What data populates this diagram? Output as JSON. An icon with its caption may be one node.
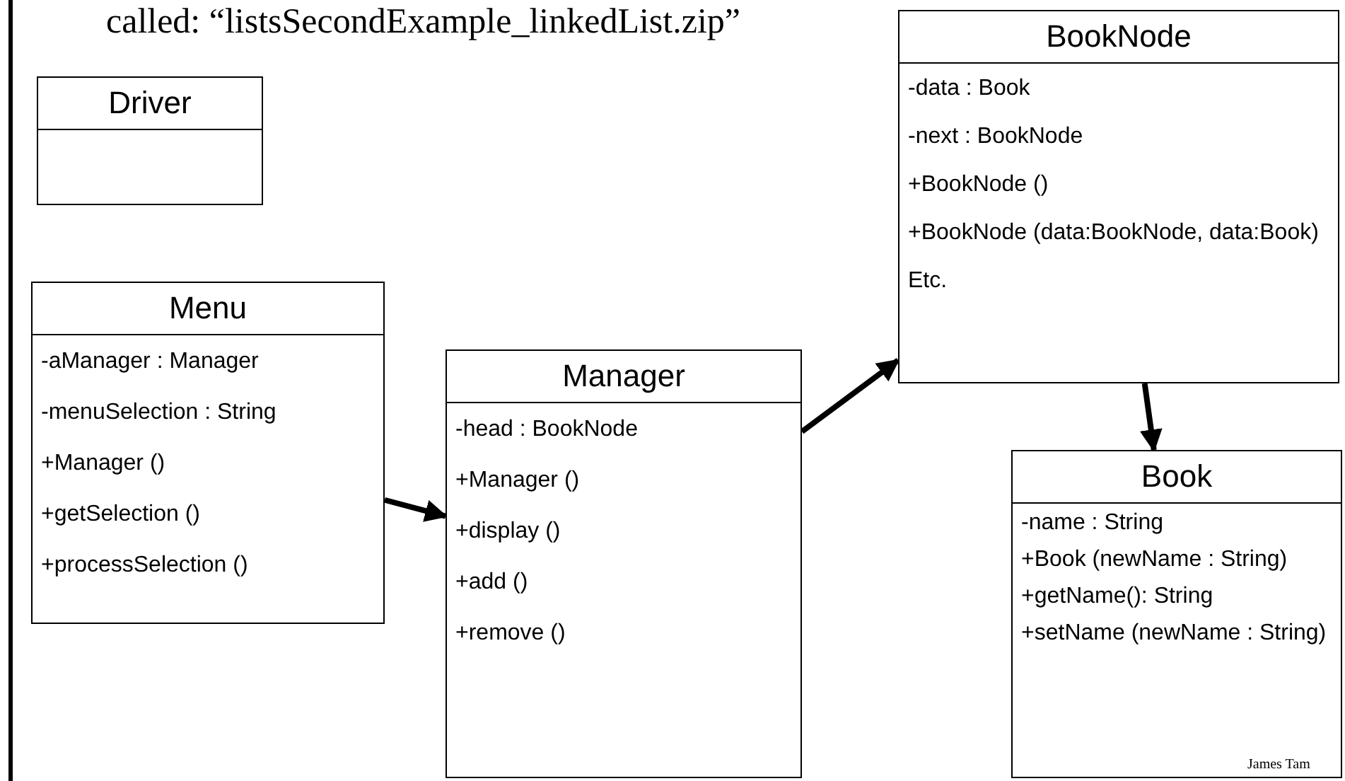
{
  "diagram": {
    "nodes": [
      {
        "text": [
          "Driver"
        ]
      },
      {
        "text": [
          "Menu",
          "-aManager : Manager",
          "-menuSelection : String",
          "+Manager ()",
          "+getSelection ()",
          "+processSelection ()"
        ]
      },
      {
        "text": [
          "Manager",
          "-head : BookNode",
          "+Manager ()",
          "+display ()",
          "+add ()",
          "+remove ()"
        ]
      },
      {
        "text": [
          "BookNode",
          "-data : Book",
          "-next : BookNode",
          "+BookNode ()",
          "+BookNode (data:BookNode, data:Book)",
          "Etc."
        ]
      },
      {
        "text": [
          "Book",
          "-name : String",
          "+Book (newName : String)",
          "+getName(): String",
          "+setName (newName : String)"
        ]
      }
    ],
    "edges": [
      {
        "from": 1,
        "to": 2,
        "arrow": "to"
      },
      {
        "from": 2,
        "to": 3,
        "arrow": "to"
      },
      {
        "from": 3,
        "to": 4,
        "arrow": "to"
      }
    ],
    "labels": [
      "called: “listsSecondExample_linkedList.zip”",
      "James Tam"
    ]
  }
}
